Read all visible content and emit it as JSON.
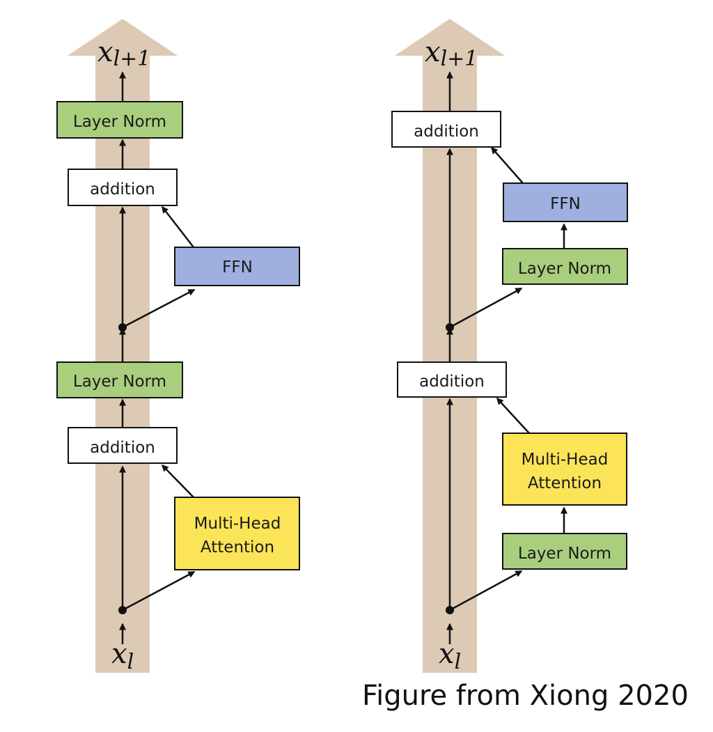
{
  "colors": {
    "residual_stream": "#dccab5",
    "layer_norm": "#a9cf7e",
    "ffn": "#9fb0df",
    "attention": "#fbe457",
    "addition": "#ffffff",
    "stroke": "#111111"
  },
  "diagrams": [
    {
      "id": "post-ln",
      "output_label": {
        "base": "x",
        "sub": "l+1"
      },
      "input_label": {
        "base": "x",
        "sub": "l"
      },
      "blocks": {
        "layer_norm_top": "Layer Norm",
        "addition_top": "addition",
        "ffn": "FFN",
        "layer_norm_bottom": "Layer Norm",
        "addition_bottom": "addition",
        "attention_line1": "Multi-Head",
        "attention_line2": "Attention"
      }
    },
    {
      "id": "pre-ln",
      "output_label": {
        "base": "x",
        "sub": "l+1"
      },
      "input_label": {
        "base": "x",
        "sub": "l"
      },
      "blocks": {
        "addition_top": "addition",
        "ffn": "FFN",
        "layer_norm_top": "Layer Norm",
        "addition_bottom": "addition",
        "attention_line1": "Multi-Head",
        "attention_line2": "Attention",
        "layer_norm_bottom": "Layer Norm"
      }
    }
  ],
  "caption": "Figure from Xiong 2020"
}
